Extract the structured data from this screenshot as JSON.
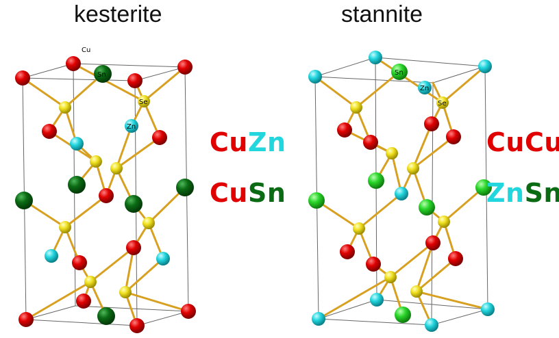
{
  "colors": {
    "Cu": "#e00000",
    "Zn": "#22d6de",
    "Sn_kesterite": "#0b6b14",
    "Sn_stannite": "#2ad62a",
    "Se": "#f0e020",
    "bond": "#d8a020",
    "cell_edge": "#555555"
  },
  "kesterite": {
    "title": "kesterite",
    "labels": {
      "Cu": "Cu",
      "Sn": "Sn",
      "Se": "Se",
      "Zn": "Zn"
    },
    "layers": [
      {
        "parts": [
          {
            "text": "Cu",
            "color": "#e00000"
          },
          {
            "text": "Zn",
            "color": "#22d6de"
          }
        ]
      },
      {
        "parts": [
          {
            "text": "Cu",
            "color": "#e00000"
          },
          {
            "text": "Sn",
            "color": "#0b6b14"
          }
        ]
      }
    ]
  },
  "stannite": {
    "title": "stannite",
    "labels": {
      "Sn": "Sn",
      "Zn": "Zn",
      "Se": "Se"
    },
    "layers": [
      {
        "parts": [
          {
            "text": "Cu",
            "color": "#e00000"
          },
          {
            "text": "Cu",
            "color": "#e00000"
          }
        ]
      },
      {
        "parts": [
          {
            "text": "Zn",
            "color": "#22d6de"
          },
          {
            "text": "Sn",
            "color": "#0b6b14"
          }
        ]
      }
    ]
  }
}
